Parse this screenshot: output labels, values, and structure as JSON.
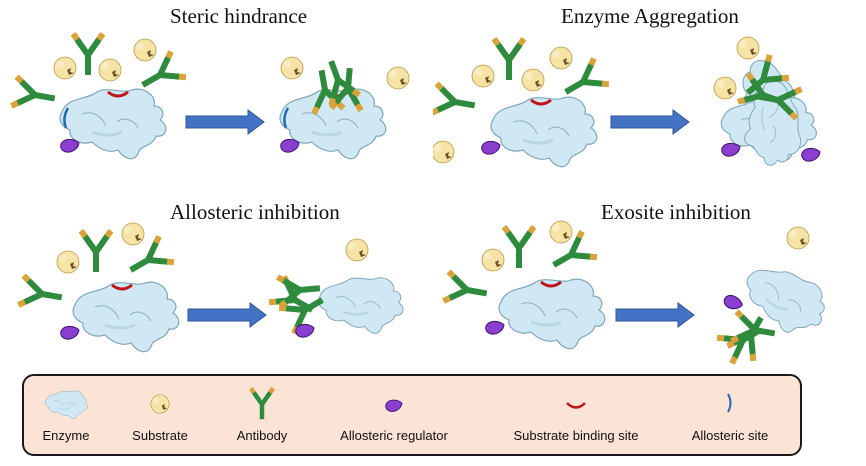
{
  "figure": {
    "panels": [
      {
        "id": "steric",
        "title": "Steric hindrance",
        "outcome": "antibodies bind at substrate binding site, blocking substrate access"
      },
      {
        "id": "aggregation",
        "title": "Enzyme Aggregation",
        "outcome": "antibodies crosslink multiple enzymes into aggregate"
      },
      {
        "id": "allosteric",
        "title": "Allosteric inhibition",
        "outcome": "antibody binding changes enzyme conformation"
      },
      {
        "id": "exosite",
        "title": "Exosite inhibition",
        "outcome": "antibodies bind exosite region away from active site"
      }
    ],
    "legend": [
      {
        "icon": "enzyme-icon",
        "label": "Enzyme"
      },
      {
        "icon": "substrate-icon",
        "label": "Substrate"
      },
      {
        "icon": "antibody-icon",
        "label": "Antibody"
      },
      {
        "icon": "allosteric-regulator-icon",
        "label": "Allosteric regulator"
      },
      {
        "icon": "substrate-binding-site-icon",
        "label": "Substrate binding site"
      },
      {
        "icon": "allosteric-site-icon",
        "label": "Allosteric site"
      }
    ],
    "colors": {
      "enzyme_fill": "#cfe8f3",
      "enzyme_stroke": "#7fa6b8",
      "substrate_fill": "#f6e3a5",
      "antibody_green": "#2e8b3d",
      "antibody_tip": "#d9a23a",
      "regulator_purple": "#8a3fd1",
      "binding_site_red": "#c0141c",
      "allosteric_site_blue": "#2266b8",
      "arrow_blue": "#4472c4",
      "legend_bg": "#fbe3d6"
    }
  }
}
